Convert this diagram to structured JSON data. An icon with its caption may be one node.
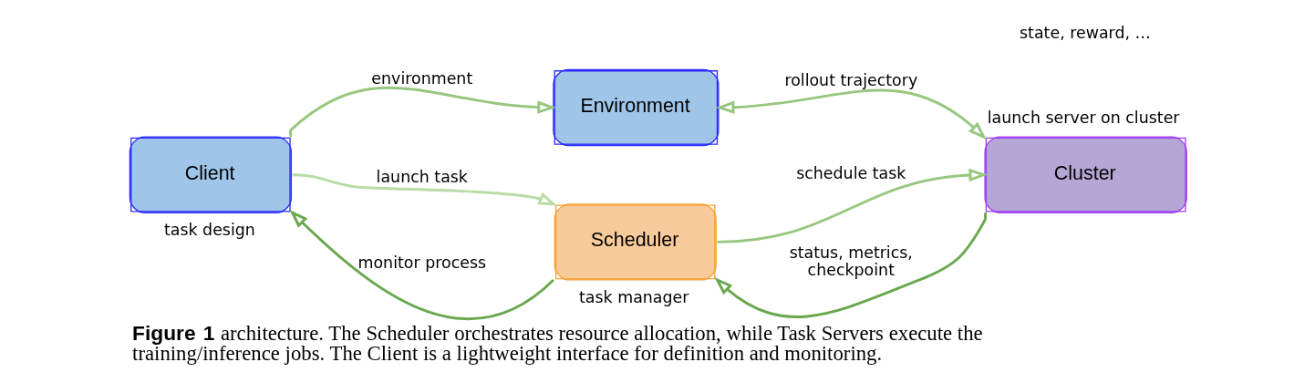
{
  "diagram": {
    "caption": "**Figure 1** architecture. The Scheduler orchestrates resource allocation, while Task Servers execute the training/inference jobs. The Client is a lightweight interface for definition and monitoring.",
    "nodes": [
      {
        "text": [
          "Environment"
        ]
      },
      {
        "text": [
          "Client"
        ],
        "beside": [
          "task design"
        ]
      },
      {
        "text": [
          "Scheduler"
        ],
        "beside": [
          "task manager"
        ]
      },
      {
        "text": [
          "Cluster"
        ],
        "beside": [
          "launch server on cluster"
        ]
      }
    ],
    "edges": [
      {
        "from": 1,
        "to": 0,
        "arrow": "to",
        "label": "environment"
      },
      {
        "from": 0,
        "to": 3,
        "arrow": "both",
        "label": "rollout trajectory"
      },
      {
        "from": 1,
        "to": 2,
        "arrow": "to",
        "label": "launch task",
        "color": "#b9dca6"
      },
      {
        "from": 2,
        "to": 3,
        "arrow": "to",
        "label": "schedule task"
      },
      {
        "from": 3,
        "to": 2,
        "arrow": "to",
        "label": "status, metrics, checkpoint",
        "color": "#6aa84f"
      },
      {
        "from": 2,
        "to": 1,
        "arrow": "to",
        "label": "monitor process",
        "color": "#6aa84f"
      }
    ],
    "labels": [
      "state, reward, …"
    ]
  }
}
